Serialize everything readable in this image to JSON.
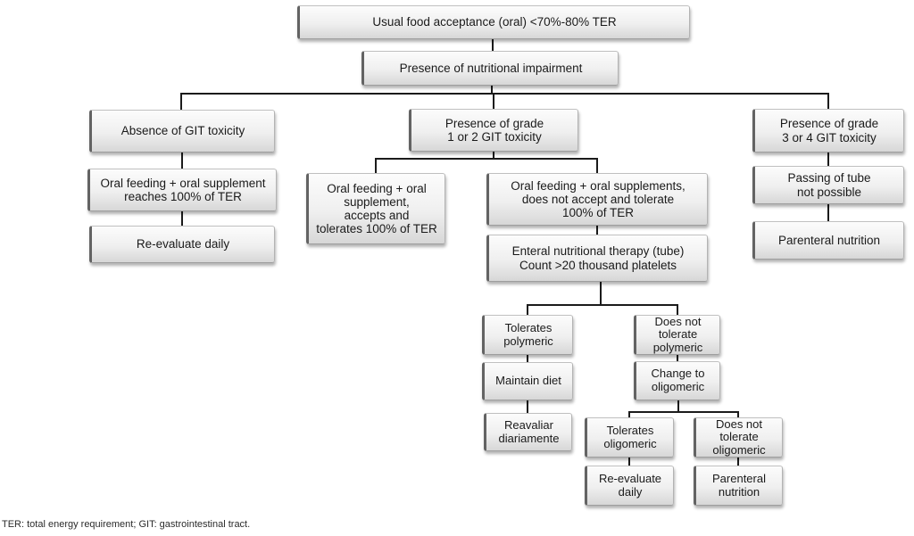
{
  "figure": {
    "type": "flowchart",
    "description": "Decision algorithm for nutritional therapy based on food acceptance and GIT toxicity grade",
    "caption": "TER: total energy requirement; GIT: gastrointestinal tract."
  },
  "colors": {
    "background": "#ffffff",
    "box_gradient_top": "#fcfcfc",
    "box_gradient_bottom": "#d7d7d7",
    "box_left_accent": "#636363",
    "box_border": "#b3b3b3",
    "connector_line": "#1b1b1b",
    "text": "#1a1a1a"
  },
  "nodes": {
    "usual_food": {
      "label": "Usual food acceptance (oral) <70%-80% TER"
    },
    "impairment": {
      "label": "Presence of nutritional impairment"
    },
    "absence_git": {
      "label": "Absence of GIT toxicity"
    },
    "grade_1_2": {
      "label": "Presence of grade\n1 or 2 GIT toxicity"
    },
    "grade_3_4": {
      "label": "Presence of grade\n3 or 4 GIT toxicity"
    },
    "oral_supplement_reaches": {
      "label": "Oral feeding + oral supplement\nreaches 100% of TER"
    },
    "reevaluate_daily_left": {
      "label": "Re-evaluate daily"
    },
    "passing_tube": {
      "label": "Passing of tube\nnot possible"
    },
    "parenteral_right": {
      "label": "Parenteral nutrition"
    },
    "oral_accepts": {
      "label": "Oral feeding + oral\nsupplement,\naccepts and\ntolerates 100% of TER"
    },
    "oral_not_accept": {
      "label": "Oral feeding + oral supplements,\ndoes not accept and tolerate\n100% of TER"
    },
    "enteral": {
      "label": "Enteral nutritional therapy (tube)\nCount >20 thousand platelets"
    },
    "tolerates_polymeric": {
      "label": "Tolerates\npolymeric"
    },
    "not_tolerate_polymeric": {
      "label": "Does not\ntolerate\npolymeric"
    },
    "maintain_diet": {
      "label": "Maintain diet"
    },
    "change_oligomeric": {
      "label": "Change to\noligomeric"
    },
    "reavaliar_diariamente": {
      "label": "Reavaliar\ndiariamente"
    },
    "tolerates_oligomeric": {
      "label": "Tolerates\noligomeric"
    },
    "not_tolerate_oligomeric": {
      "label": "Does not\ntolerate\noligomeric"
    },
    "reevaluate_daily_bottom": {
      "label": "Re-evaluate\ndaily"
    },
    "parenteral_bottom": {
      "label": "Parenteral\nnutrition"
    }
  },
  "edges": [
    {
      "from": "usual_food",
      "to": "impairment"
    },
    {
      "from": "impairment",
      "to": "absence_git"
    },
    {
      "from": "impairment",
      "to": "grade_1_2"
    },
    {
      "from": "impairment",
      "to": "grade_3_4"
    },
    {
      "from": "absence_git",
      "to": "oral_supplement_reaches"
    },
    {
      "from": "oral_supplement_reaches",
      "to": "reevaluate_daily_left"
    },
    {
      "from": "grade_1_2",
      "to": "oral_accepts"
    },
    {
      "from": "grade_1_2",
      "to": "oral_not_accept"
    },
    {
      "from": "oral_not_accept",
      "to": "enteral"
    },
    {
      "from": "enteral",
      "to": "tolerates_polymeric"
    },
    {
      "from": "enteral",
      "to": "not_tolerate_polymeric"
    },
    {
      "from": "tolerates_polymeric",
      "to": "maintain_diet"
    },
    {
      "from": "maintain_diet",
      "to": "reavaliar_diariamente"
    },
    {
      "from": "not_tolerate_polymeric",
      "to": "change_oligomeric"
    },
    {
      "from": "change_oligomeric",
      "to": "tolerates_oligomeric"
    },
    {
      "from": "change_oligomeric",
      "to": "not_tolerate_oligomeric"
    },
    {
      "from": "tolerates_oligomeric",
      "to": "reevaluate_daily_bottom"
    },
    {
      "from": "not_tolerate_oligomeric",
      "to": "parenteral_bottom"
    },
    {
      "from": "grade_3_4",
      "to": "passing_tube"
    },
    {
      "from": "passing_tube",
      "to": "parenteral_right"
    }
  ]
}
